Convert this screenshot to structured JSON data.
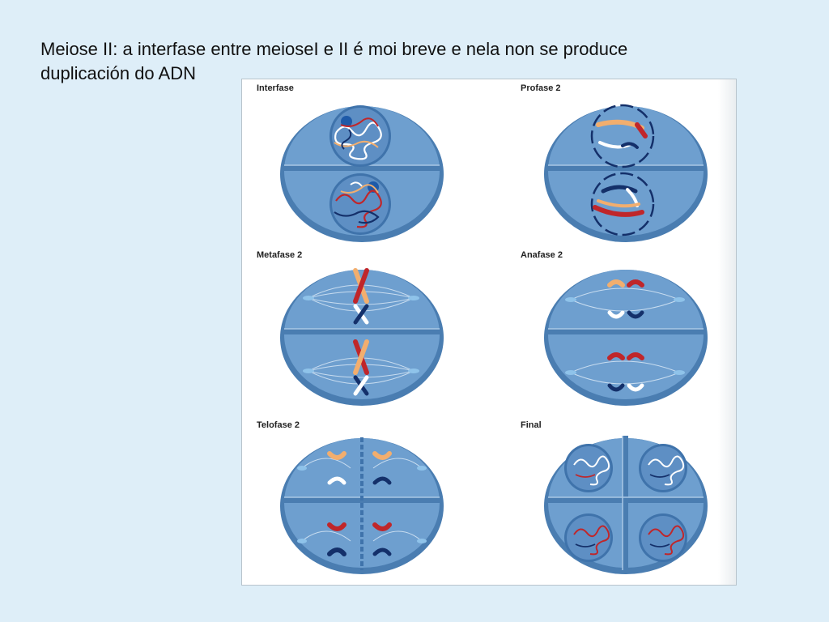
{
  "slide": {
    "title_line1": "Meiose II: a interfase entre meioseI e II é moi breve e nela non se produce",
    "title_line2": "duplicación do ADN"
  },
  "stages": [
    {
      "id": "interfase",
      "label": "Interfase"
    },
    {
      "id": "profase",
      "label": "Profase 2"
    },
    {
      "id": "metafase",
      "label": "Metafase 2"
    },
    {
      "id": "anafase",
      "label": "Anafase 2"
    },
    {
      "id": "telofase",
      "label": "Telofase 2"
    },
    {
      "id": "final",
      "label": "Final"
    }
  ],
  "colors": {
    "cell_fill": "#6e9fcf",
    "cell_rim": "#4a7db1",
    "nucleus": "#5e8fc4",
    "chromosome_red": "#c0262a",
    "chromosome_orange": "#f2ae6e",
    "chromosome_navy": "#14306a",
    "chromosome_white": "#ffffff"
  }
}
